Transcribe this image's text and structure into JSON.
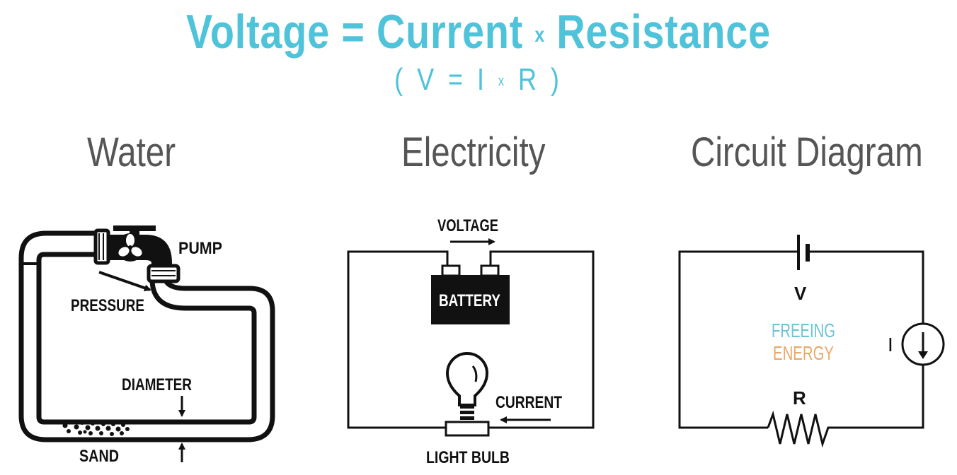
{
  "header": {
    "title_voltage": "Voltage",
    "title_eq": "=",
    "title_current": "Current",
    "title_times": "x",
    "title_resistance": "Resistance",
    "subtitle_open": "(",
    "subtitle_v": "V",
    "subtitle_eq": "=",
    "subtitle_i": "I",
    "subtitle_times": "x",
    "subtitle_r": "R",
    "subtitle_close": ")"
  },
  "sections": {
    "water": "Water",
    "electricity": "Electricity",
    "circuit": "Circuit Diagram"
  },
  "water_labels": {
    "pump": "PUMP",
    "pressure": "PRESSURE",
    "diameter": "DIAMETER",
    "sand": "SAND"
  },
  "electricity_labels": {
    "voltage": "VOLTAGE",
    "battery": "BATTERY",
    "current": "CURRENT",
    "light_bulb": "LIGHT BULB"
  },
  "circuit_labels": {
    "v": "V",
    "i": "I",
    "r": "R",
    "freeing": "FREEING",
    "energy": "ENERGY"
  },
  "colors": {
    "accent": "#4ec3da",
    "heading": "#555555",
    "freeing": "#6cc4d4",
    "energy": "#e8a96a",
    "line": "#111111"
  }
}
